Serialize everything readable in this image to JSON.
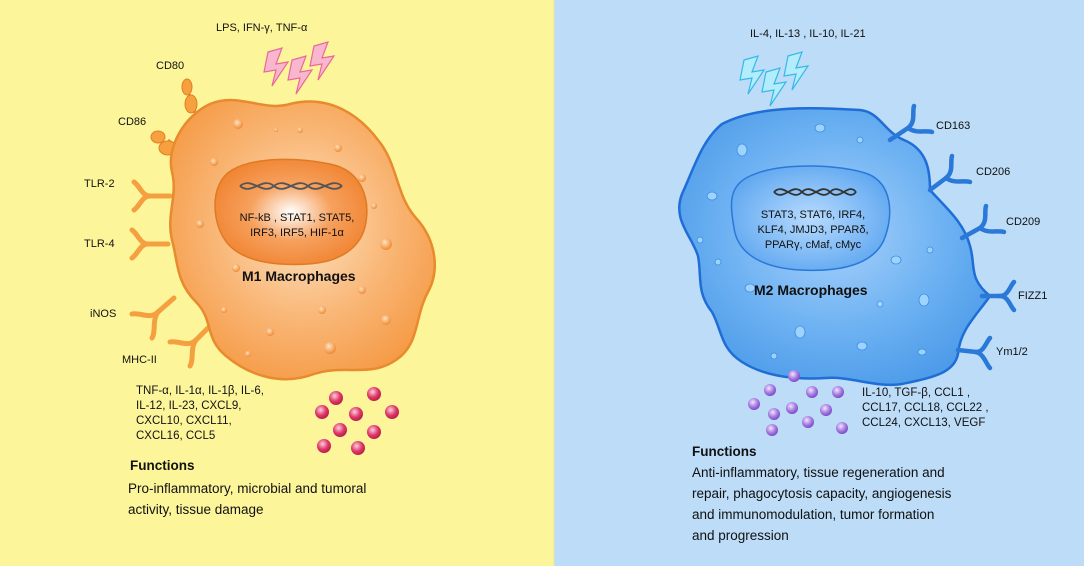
{
  "colors": {
    "m1_panel": "#fdf59a",
    "m2_panel": "#bcdcf7",
    "m1_cell": "#f7a65a",
    "m1_border": "#e88a2e",
    "m2_cell": "#5ba4ec",
    "m2_border": "#1e6ed6",
    "m1_cytokine_dots": "#e0386a",
    "m2_cytokine_dots": "#a77be0"
  },
  "m1": {
    "stimuli": "LPS, IFN-γ, TNF-α",
    "receptors": [
      "CD80",
      "CD86",
      "TLR-2",
      "TLR-4",
      "iNOS",
      "MHC-II"
    ],
    "nucleus_factors": [
      "NF-kB , STAT1, STAT5,",
      "IRF3, IRF5, HIF-1α"
    ],
    "title": "M1 Macrophages",
    "cytokines": [
      "TNF-α, IL-1α, IL-1β, IL-6,",
      "IL-12, IL-23, CXCL9,",
      "CXCL10, CXCL11,",
      "CXCL16, CCL5"
    ],
    "functions_heading": "Functions",
    "functions_text": [
      "Pro-inflammatory, microbial and tumoral",
      "activity, tissue damage"
    ]
  },
  "m2": {
    "stimuli": "IL-4, IL-13 , IL-10, IL-21",
    "receptors": [
      "CD163",
      "CD206",
      "CD209",
      "FIZZ1",
      "Ym1/2"
    ],
    "nucleus_factors": [
      "STAT3, STAT6, IRF4,",
      "KLF4, JMJD3, PPARδ,",
      "PPARγ, cMaf, cMyc"
    ],
    "title": "M2 Macrophages",
    "cytokines": [
      "IL-10, TGF-β, CCL1 ,",
      "CCL17, CCL18, CCL22 ,",
      "CCL24, CXCL13, VEGF"
    ],
    "functions_heading": "Functions",
    "functions_text": [
      "Anti-inflammatory, tissue regeneration and",
      "repair, phagocytosis capacity, angiogenesis",
      "and immunomodulation, tumor formation",
      "and progression"
    ]
  }
}
